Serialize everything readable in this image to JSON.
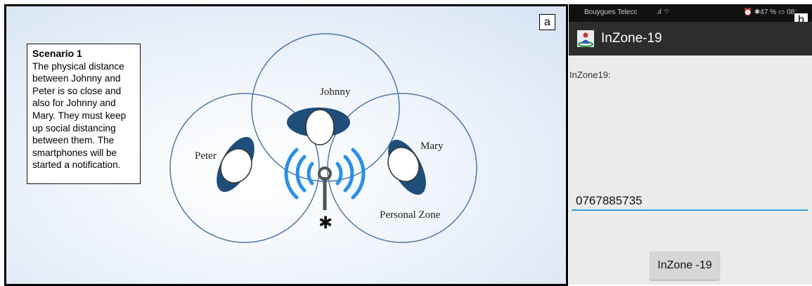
{
  "panel_a": {
    "tag": "a",
    "scenario": {
      "title": "Scenario 1",
      "lines": [
        "The physical distance",
        "between Johnny and",
        "Peter is so close and",
        "also for Johnny and",
        "Mary. They must keep",
        "up social distancing",
        "between them. The",
        "smartphones will be",
        "started a notification."
      ]
    },
    "labels": {
      "johnny": "Johnny",
      "peter": "Peter",
      "mary": "Mary",
      "zone": "Personal Zone"
    },
    "colors": {
      "circle": "#4f78a8",
      "person": "#1f4e7a",
      "signal": "#2a8fe6",
      "antenna": "#555555"
    },
    "icons": [
      "bluetooth-icon",
      "antenna-icon"
    ]
  },
  "panel_b": {
    "tag": "b",
    "status_bar": {
      "carrier": "Bouygues Telecc",
      "right": "⏰ ✱47 % ▭ 08:"
    },
    "app_title": "InZone-19",
    "label": "InZone19:",
    "phone_value": "0767885735",
    "button_label": "InZone -19",
    "accent": "#2ea3d1"
  }
}
